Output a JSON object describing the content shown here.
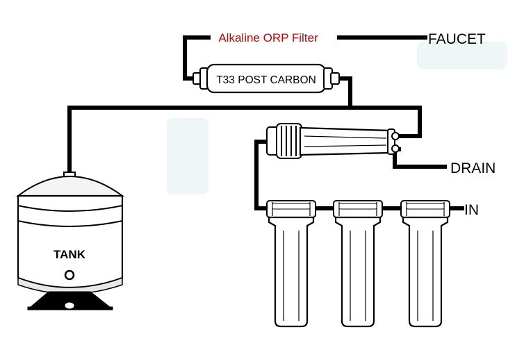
{
  "labels": {
    "alkaline_filter": "Alkaline ORP Filter",
    "post_carbon": "T33 POST CARBON",
    "faucet": "FAUCET",
    "drain": "DRAIN",
    "inlet": "IN",
    "tank": "TANK"
  },
  "colors": {
    "line": "#000000",
    "alkaline_text": "#cc0000",
    "faint_tint": "#eef6f8",
    "component_fill": "#ffffff",
    "tank_shade": "#f0f0f0"
  }
}
